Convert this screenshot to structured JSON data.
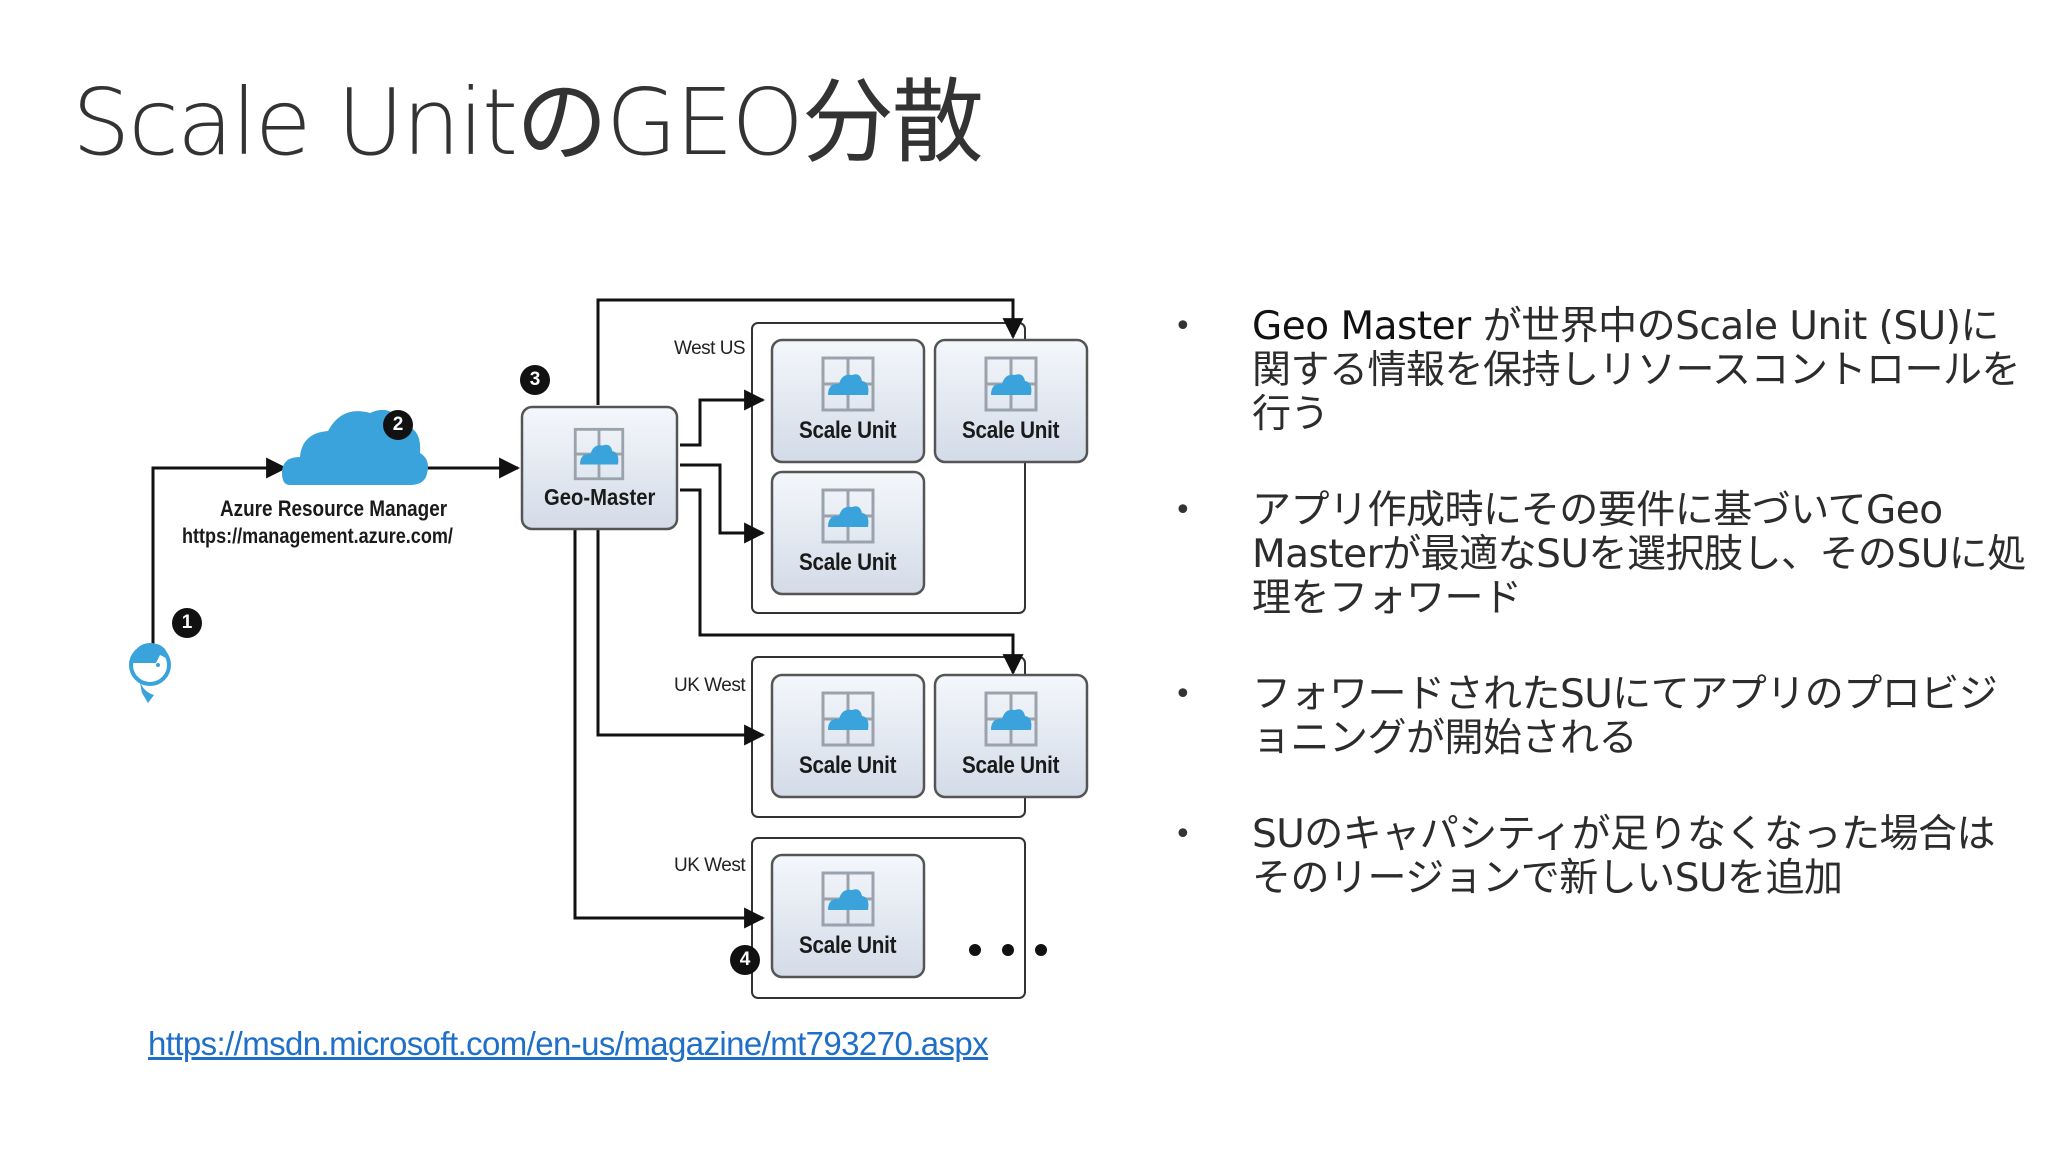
{
  "title": "Scale UnitのGEO分散",
  "diagram": {
    "steps": [
      "1",
      "2",
      "3",
      "4"
    ],
    "arm_label": "Azure Resource Manager",
    "arm_url": "https://management.azure.com/",
    "geo_master_label": "Geo-Master",
    "regions": [
      {
        "name": "West US",
        "scale_units": [
          "Scale Unit",
          "Scale Unit",
          "Scale Unit"
        ]
      },
      {
        "name": "UK West",
        "scale_units": [
          "Scale Unit",
          "Scale Unit"
        ]
      },
      {
        "name": "UK West",
        "scale_units": [
          "Scale Unit"
        ],
        "more": "• • •"
      }
    ],
    "icon_names": [
      "user-icon",
      "cloud-icon",
      "scale-unit-icon"
    ],
    "colors": {
      "cloud": "#3aa3dc",
      "box_fill": "#e6ecf5",
      "line": "#111111"
    }
  },
  "source_url": "https://msdn.microsoft.com/en-us/magazine/mt793270.aspx",
  "bullets": [
    {
      "bold": "Geo Master",
      "text": " が世界中のScale Unit (SU)に関する情報を保持しリソースコントロールを行う"
    },
    {
      "bold": "",
      "text": "アプリ作成時にその要件に基づいてGeo Masterが最適なSUを選択肢し、そのSUに処理をフォワード"
    },
    {
      "bold": "",
      "text": "フォワードされたSUにてアプリのプロビジョニングが開始される"
    },
    {
      "bold": "",
      "text": "SUのキャパシティが足りなくなった場合はそのリージョンで新しいSUを追加"
    }
  ]
}
